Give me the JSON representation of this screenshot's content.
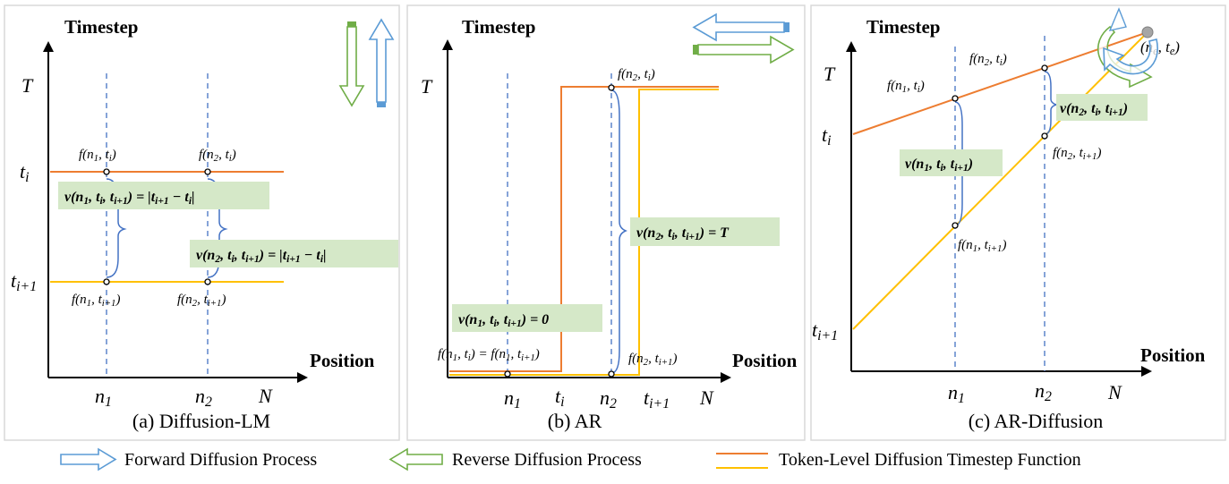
{
  "colors": {
    "orange": "#ED7D31",
    "yellow": "#FFC000",
    "blue": "#4472C4",
    "green_box": "#D5E8C8",
    "forward_arrow": "#5B9BD5",
    "reverse_arrow": "#70AD47",
    "panel_border": "#D9D9D9"
  },
  "panels": {
    "a": {
      "ylabel": "Timestep",
      "xlabel": "Position",
      "caption": "(a) Diffusion-LM",
      "y_ticks": {
        "T": "T",
        "ti": "t_i",
        "ti1": "t_{i+1}"
      },
      "x_ticks": {
        "n1": "n_1",
        "n2": "n_2",
        "N": "N"
      },
      "points": {
        "p1_top": "f(n_1, t_i)",
        "p2_top": "f(n_2, t_i)",
        "p1_bot": "f(n_1, t_{i+1})",
        "p2_bot": "f(n_2, t_{i+1})"
      },
      "eq1": "v(n_1, t_i, t_{i+1}) = |t_{i+1} − t_i|",
      "eq2": "v(n_2, t_i, t_{i+1}) = |t_{i+1} − t_i|"
    },
    "b": {
      "ylabel": "Timestep",
      "xlabel": "Position",
      "caption": "(b) AR",
      "y_ticks": {
        "T": "T"
      },
      "x_ticks": {
        "n1": "n_1",
        "ti": "t_i",
        "n2": "n_2",
        "ti1": "t_{i+1}",
        "N": "N"
      },
      "points": {
        "p2_top": "f(n_2, t_i)",
        "p1_bot": "f(n_1, t_i) = f(n_1, t_{i+1})",
        "p2_bot": "f(n_2, t_{i+1})"
      },
      "eq1": "v(n_1, t_i, t_{i+1}) = 0",
      "eq2": "v(n_2, t_i, t_{i+1}) = T"
    },
    "c": {
      "ylabel": "Timestep",
      "xlabel": "Position",
      "caption": "(c) AR-Diffusion",
      "y_ticks": {
        "T": "T",
        "ti": "t_i",
        "ti1": "t_{i+1}"
      },
      "x_ticks": {
        "n1": "n_1",
        "n2": "n_2",
        "N": "N"
      },
      "points": {
        "p1_top": "f(n_1, t_i)",
        "p2_top": "f(n_2, t_i)",
        "p1_bot": "f(n_1, t_{i+1})",
        "p2_bot": "f(n_2, t_{i+1})",
        "anchor": "(n_e, t_e)"
      },
      "eq1": "v(n_1, t_i, t_{i+1})",
      "eq2": "v(n_2, t_i, t_{i+1})"
    }
  },
  "legend": {
    "forward": "Forward Diffusion Process",
    "reverse": "Reverse Diffusion Process",
    "function": "Token-Level Diffusion Timestep Function"
  }
}
